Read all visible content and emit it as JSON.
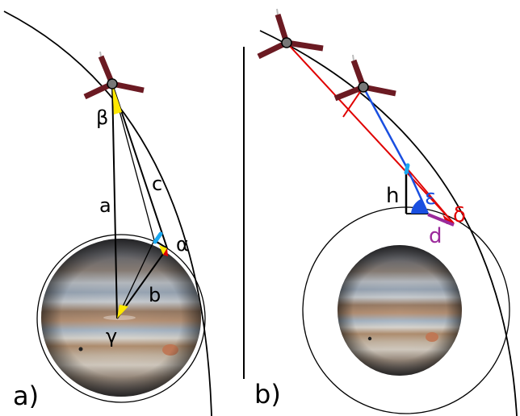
{
  "panel_a": {
    "tag": "a)",
    "angle_beta": "β",
    "angle_alpha": "α",
    "angle_gamma": "γ",
    "side_a": "a",
    "side_b": "b",
    "side_c": "c"
  },
  "panel_b": {
    "tag": "b)",
    "height_h": "h",
    "angle_epsilon": "ε",
    "angle_delta": "δ",
    "distance_d": "d"
  },
  "colors": {
    "orbit": "#000000",
    "spacecraft_body": "#777777",
    "solar_panel": "#6b1a22",
    "line_of_sight_red": "#e00000",
    "line_of_sight_blue": "#1a4fe0",
    "angle_marker_yellow": "#ffe800",
    "angle_marker_blue": "#1a4fe0",
    "distance_purple": "#9b2a9b",
    "label_red": "#e00000",
    "label_blue": "#1a4fe0",
    "label_purple": "#9b2a9b"
  }
}
